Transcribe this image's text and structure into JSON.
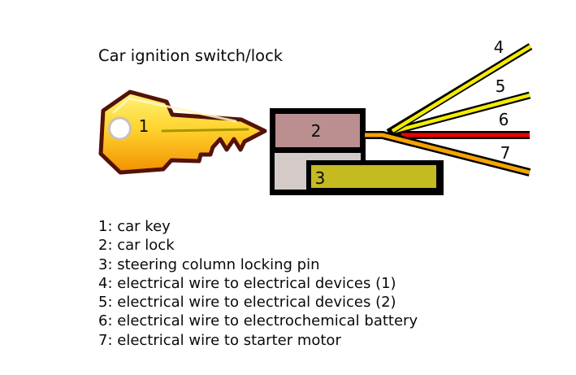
{
  "title": "Car ignition switch/lock",
  "diagram": {
    "key": {
      "label": "1"
    },
    "lock": {
      "label": "2"
    },
    "pin": {
      "label": "3"
    },
    "wires": [
      {
        "label": "4"
      },
      {
        "label": "5"
      },
      {
        "label": "6"
      },
      {
        "label": "7"
      }
    ]
  },
  "legend": {
    "items": [
      "1: car key",
      "2: car lock",
      "3: steering column locking pin",
      "4: electrical wire to electrical devices (1)",
      "5: electrical wire to electrical devices (2)",
      "6: electrical wire to electrochemical battery",
      "7: electrical wire to starter motor"
    ]
  },
  "colors": {
    "background": "#ffffff",
    "text": "#0a0a0a",
    "outline": "#000000",
    "key_outline": "#551207",
    "key_gradient_top": "#fdf37c",
    "key_gradient_mid": "#ffd42e",
    "key_gradient_bottom": "#f29000",
    "key_groove": "#a89500",
    "key_hole": "#ffffff",
    "lock_body": "#bb8f8f",
    "lock_barrel": "#d4cbc9",
    "pin": "#c4ba22",
    "wire_yellow": "#f4ec00",
    "wire_red": "#ee0000",
    "wire_orange": "#f4a300"
  }
}
